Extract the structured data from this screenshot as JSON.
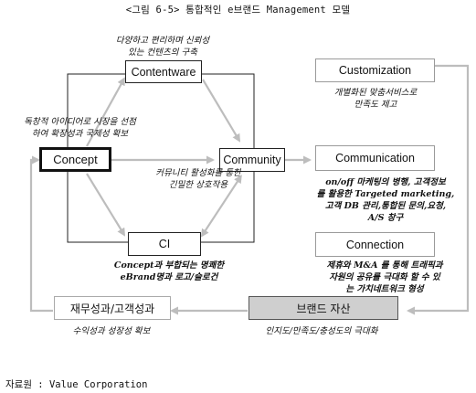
{
  "title": "<그림 6-5> 통합적인 e브랜드 Management 모델",
  "nodes": {
    "contentware": "Contentware",
    "concept": "Concept",
    "community": "Community",
    "ci": "CI",
    "customization": "Customization",
    "communication": "Communication",
    "connection": "Connection",
    "brand_asset": "브랜드 자산",
    "financial_performance": "재무성과/고객성과"
  },
  "notes": {
    "contentware_1": "다양하고 편리하며 신뢰성",
    "contentware_2": "있는 컨텐츠의 구축",
    "concept_1": "독창적 아이디어로 시장을 선점",
    "concept_2": "하여 확장성과 국제성 확보",
    "community_1": "커뮤니티 활성화를 통한",
    "community_2": "긴밀한 상호작용",
    "ci_1": "Concept과 부합되는 명쾌한",
    "ci_2": "eBrand명과 로고/슬로건",
    "customization_1": "개별화된 맞춤서비스로",
    "customization_2": "만족도 제고",
    "communication_1": "on/off 마케팅의 병행, 고객정보",
    "communication_2": "를 활용한 Targeted marketing,",
    "communication_3": "고객 DB 관리,통합된 문의,요청,",
    "communication_4": "A/S 창구",
    "connection_1": "제휴와 M&A 를 통해 트래픽과",
    "connection_2": "자원의 공유를 극대화 할 수 있",
    "connection_3": "는 가치네트워크 형성",
    "brand_asset_1": "인지도/만족도/충성도의 극대화",
    "financial_1": "수익성과 성장성 확보"
  },
  "source": "자료원 : Value Corporation"
}
